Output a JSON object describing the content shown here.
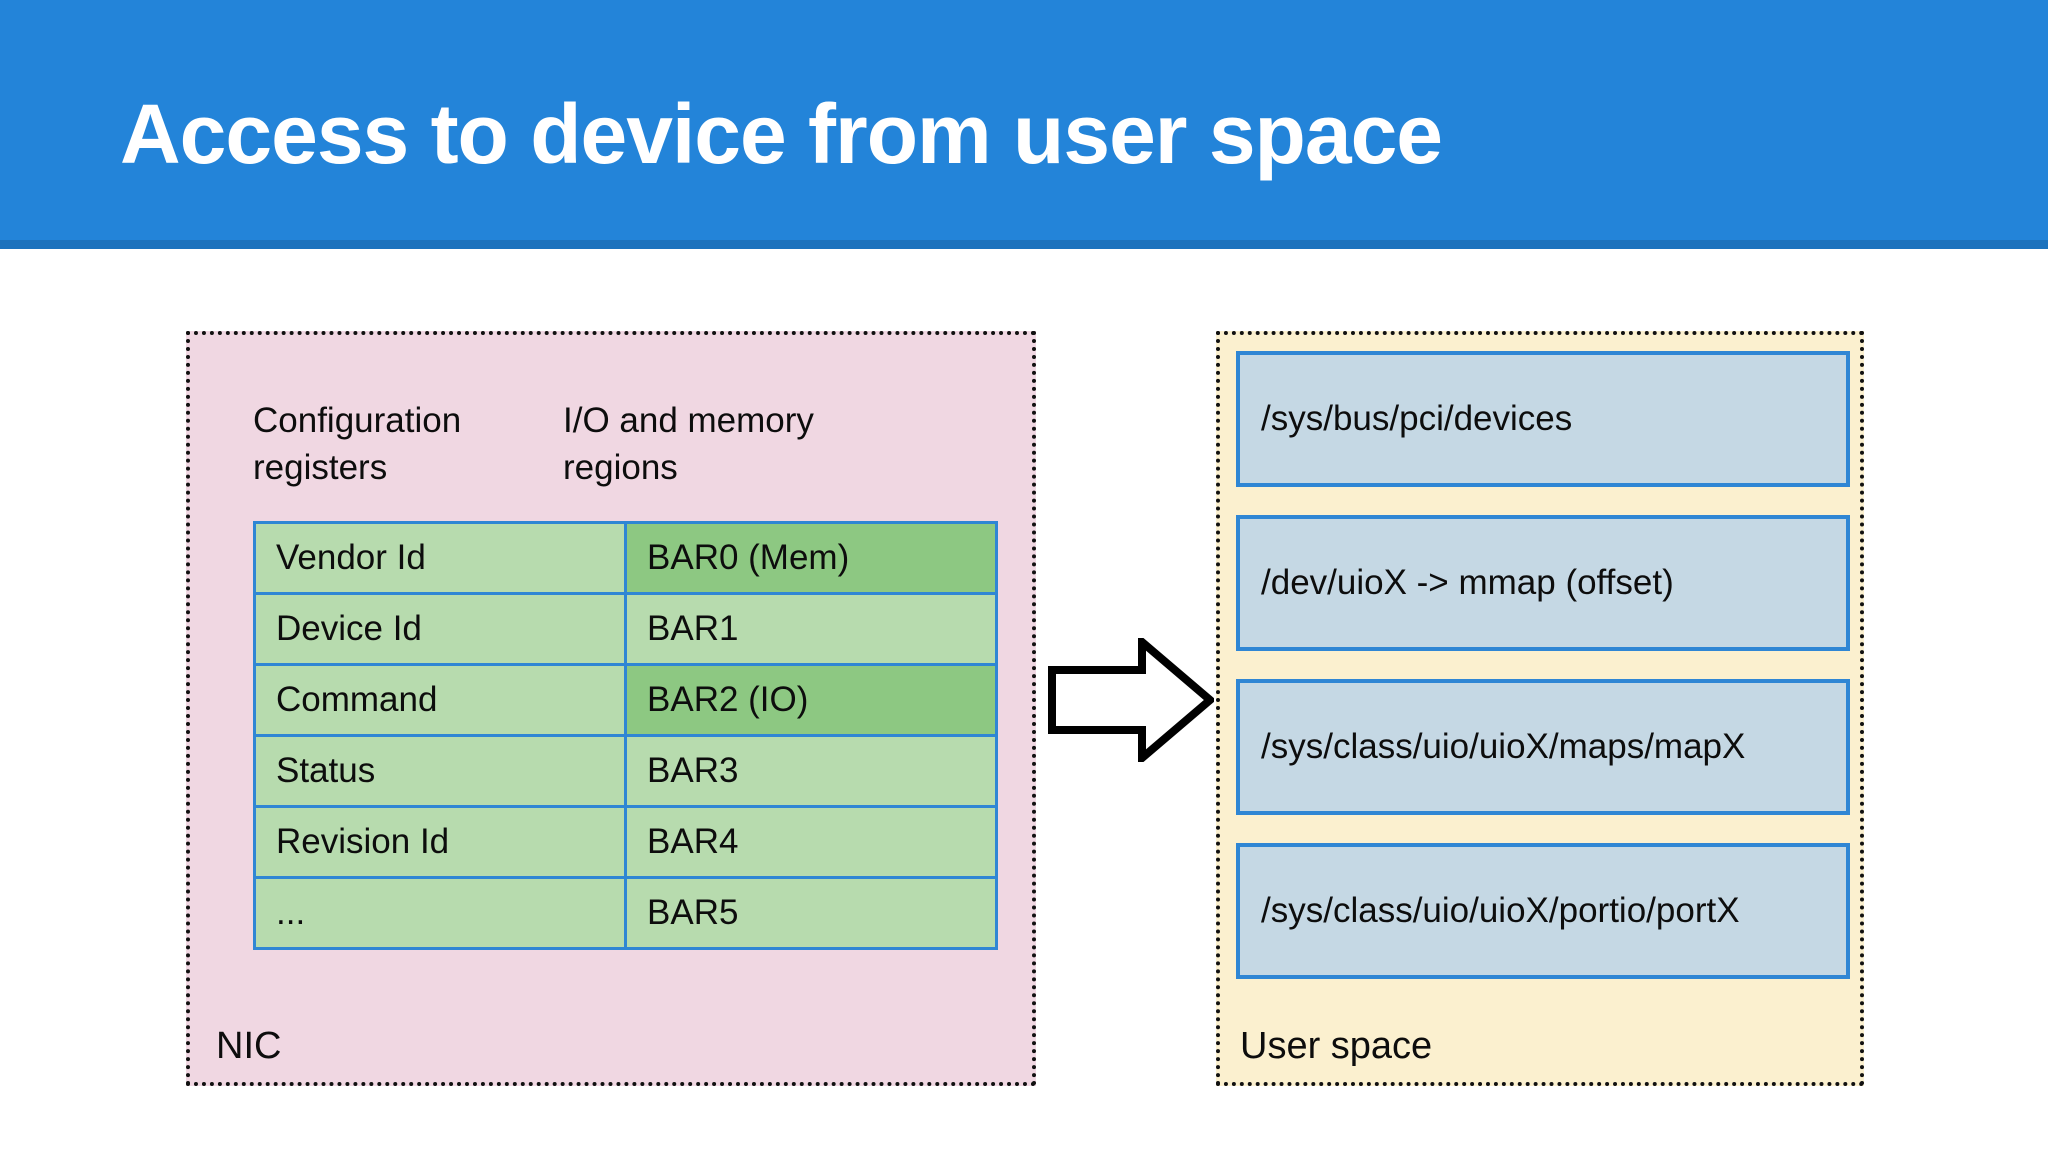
{
  "header": {
    "title": "Access to device from user space",
    "background_color": "#2384d9",
    "underline_color": "#1c72bd",
    "title_color": "#ffffff"
  },
  "nic_panel": {
    "label": "NIC",
    "background_color": "#f0d7e2",
    "border_style": "dotted-black",
    "column_headings": [
      "Configuration\nregisters",
      "I/O and memory\nregions"
    ],
    "table": {
      "border_color": "#2f86d4",
      "cell_color": "#b7dbae",
      "highlight_color": "#8dc882",
      "rows": [
        {
          "register": "Vendor Id",
          "bar": "BAR0 (Mem)",
          "bar_highlight": true
        },
        {
          "register": "Device Id",
          "bar": "BAR1",
          "bar_highlight": false
        },
        {
          "register": "Command",
          "bar": "BAR2 (IO)",
          "bar_highlight": true
        },
        {
          "register": "Status",
          "bar": "BAR3",
          "bar_highlight": false
        },
        {
          "register": "Revision Id",
          "bar": "BAR4",
          "bar_highlight": false
        },
        {
          "register": "...",
          "bar": "BAR5",
          "bar_highlight": false
        }
      ]
    }
  },
  "arrow": {
    "icon": "block-arrow-right-icon",
    "direction": "right",
    "fill": "#ffffff",
    "stroke": "#000000"
  },
  "userspace_panel": {
    "label": "User space",
    "background_color": "#fbf0cf",
    "border_style": "dotted-black",
    "box_fill": "#c5d8e4",
    "box_border": "#2f86d4",
    "paths": [
      "/sys/bus/pci/devices",
      "/dev/uioX -> mmap (offset)",
      "/sys/class/uio/uioX/maps/mapX",
      "/sys/class/uio/uioX/portio/portX"
    ]
  }
}
